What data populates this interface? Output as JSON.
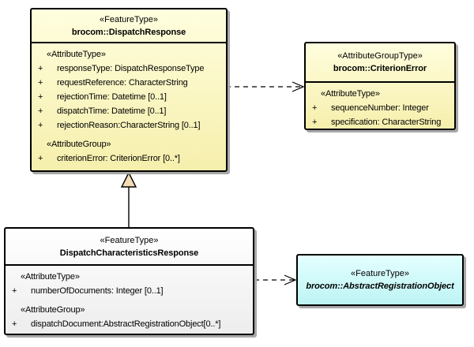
{
  "diagram_type": "UML class diagram",
  "classes": [
    {
      "id": "dispatch-response",
      "stereotype": "«FeatureType»",
      "name": "brocom::DispatchResponse",
      "fill": "yellow",
      "sections": [
        {
          "label": "«AttributeType»",
          "attributes": [
            {
              "vis": "+",
              "text": "responseType: DispatchResponseType"
            },
            {
              "vis": "+",
              "text": "requestReference: CharacterString"
            },
            {
              "vis": "+",
              "text": "rejectionTime: Datetime [0..1]"
            },
            {
              "vis": "+",
              "text": "dispatchTime: Datetime [0..1]"
            },
            {
              "vis": "+",
              "text": "rejectionReason:CharacterString [0..1]"
            }
          ]
        },
        {
          "label": "«AttributeGroup»",
          "attributes": [
            {
              "vis": "+",
              "text": "criterionError: CriterionError [0..*]"
            }
          ]
        }
      ]
    },
    {
      "id": "criterion-error",
      "stereotype": "«AttributeGroupType»",
      "name": "brocom::CriterionError",
      "fill": "yellow",
      "sections": [
        {
          "label": "«AttributeType»",
          "attributes": [
            {
              "vis": "+",
              "text": "sequenceNumber: Integer"
            },
            {
              "vis": "+",
              "text": "specification: CharacterString"
            }
          ]
        }
      ]
    },
    {
      "id": "dispatch-characteristics-response",
      "stereotype": "«FeatureType»",
      "name": "DispatchCharacteristicsResponse",
      "fill": "gray",
      "sections": [
        {
          "label": "«AttributeType»",
          "attributes": [
            {
              "vis": "+",
              "text": "numberOfDocuments: Integer [0..1]"
            }
          ]
        },
        {
          "label": "«AttributeGroup»",
          "attributes": [
            {
              "vis": "+",
              "text": "dispatchDocument:AbstractRegistrationObject[0..*]"
            }
          ]
        }
      ]
    },
    {
      "id": "abstract-registration-object",
      "stereotype": "«FeatureType»",
      "name": "brocom::AbstractRegistrationObject",
      "fill": "cyan",
      "abstract": true,
      "sections": []
    }
  ],
  "connectors": [
    {
      "type": "dependency",
      "style": "dashed-open-arrow",
      "from": "brocom::DispatchResponse",
      "to": "brocom::CriterionError"
    },
    {
      "type": "generalization",
      "style": "solid-triangle",
      "from": "DispatchCharacteristicsResponse",
      "to": "brocom::DispatchResponse"
    },
    {
      "type": "dependency",
      "style": "dashed-open-arrow",
      "from": "DispatchCharacteristicsResponse",
      "to": "brocom::AbstractRegistrationObject"
    }
  ],
  "colors": {
    "yellow_top": "#FFFEDE",
    "yellow_bottom": "#F6EFAC",
    "gray_top": "#FFFFFF",
    "gray_bottom": "#EDEDED",
    "cyan_top": "#E4FFFF",
    "cyan_bottom": "#BDF4F4",
    "border": "#000000",
    "shadow": "#A8A8A8",
    "generalization_fill": "#F2DDB5",
    "text": "#000000"
  }
}
